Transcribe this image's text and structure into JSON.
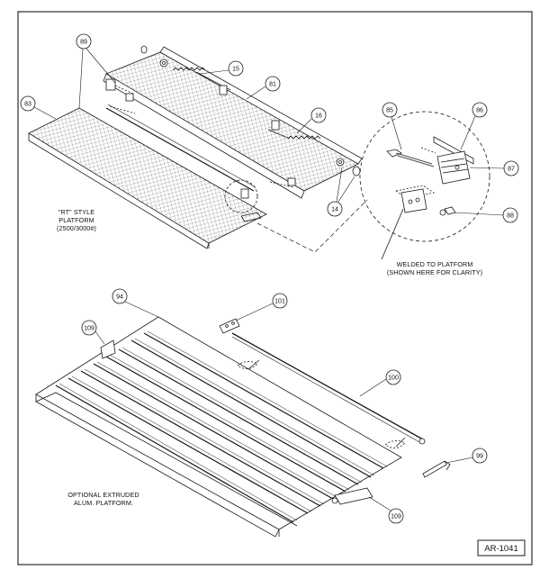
{
  "drawing": {
    "number": "AR-1041"
  },
  "notes": {
    "rt_platform": [
      "\"RT\" STYLE",
      "PLATFORM",
      "(2500/3000#)"
    ],
    "welded": [
      "WELDED TO PLATFORM",
      "(SHOWN HERE FOR CLARITY)"
    ],
    "optional": [
      "OPTIONAL EXTRUDED",
      "ALUM. PLATFORM."
    ]
  },
  "callouts": {
    "c89": "89",
    "c15": "15",
    "c81": "81",
    "c83": "83",
    "c16": "16",
    "c14": "14",
    "c85": "85",
    "c86": "86",
    "c87": "87",
    "c88": "88",
    "c94": "94",
    "c101": "101",
    "c109a": "109",
    "c100": "100",
    "c99": "99",
    "c109b": "109"
  },
  "colors": {
    "line": "#1a1a1a",
    "hatch": "#8a8a8a",
    "border": "#000000"
  }
}
